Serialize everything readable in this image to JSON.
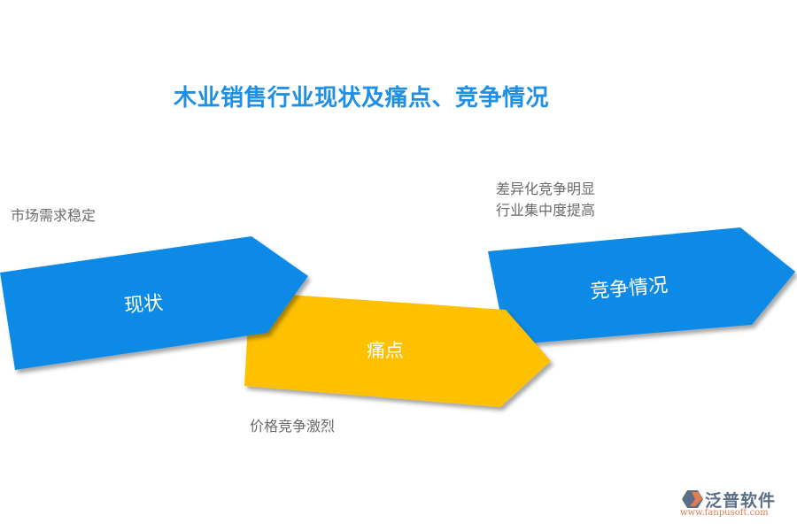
{
  "title": "木业销售行业现状及痛点、竞争情况",
  "arrows": [
    {
      "label": "现状",
      "color": "#0B8AE6",
      "note": "市场需求稳定"
    },
    {
      "label": "痛点",
      "color": "#FFC000",
      "note": "价格竞争激烈"
    },
    {
      "label": "竞争情况",
      "color": "#0B8AE6",
      "note_lines": [
        "差异化竞争明显",
        "行业集中度提高"
      ]
    }
  ],
  "logo": {
    "name": "泛普软件",
    "url": "www.fanpusoft.com",
    "colors": {
      "primary": "#5A6F86",
      "accent": "#E07B52"
    }
  }
}
